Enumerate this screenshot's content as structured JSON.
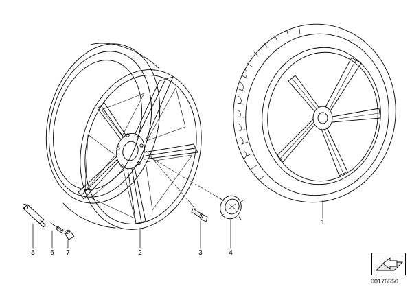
{
  "callouts": {
    "c1": "1",
    "c2": "2",
    "c3": "3",
    "c4": "4",
    "c5": "5",
    "c6": "6",
    "c7": "7"
  },
  "diagram_id": "00176550"
}
